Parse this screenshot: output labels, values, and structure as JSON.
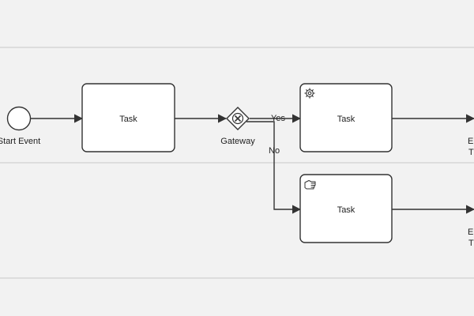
{
  "diagram": {
    "start_event": {
      "label": "Start Event"
    },
    "task_1": {
      "label": "Task"
    },
    "gateway": {
      "label": "Gateway"
    },
    "task_service": {
      "label": "Task"
    },
    "task_manual": {
      "label": "Task"
    },
    "flow_yes": {
      "label": "Yes"
    },
    "flow_no": {
      "label": "No"
    },
    "end_top": {
      "label_line1": "E",
      "label_line2": "T"
    },
    "end_bottom": {
      "label_line1": "E",
      "label_line2": "T"
    }
  },
  "colors": {
    "background": "#f2f2f2",
    "lane_border": "#c8c8c8",
    "stroke": "#333333",
    "shape_fill": "#ffffff",
    "gateway_marker_fill": "#ffffff"
  },
  "icons": {
    "service_task": "gear-icon",
    "manual_task": "hand-icon",
    "gateway_marker": "x-icon"
  }
}
